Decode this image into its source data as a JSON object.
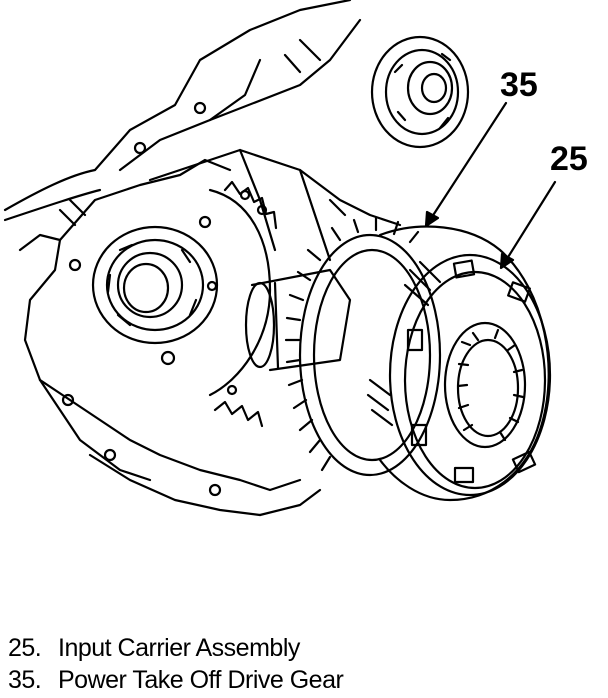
{
  "callouts": [
    {
      "number": "35",
      "label": "Power Take Off Drive Gear"
    },
    {
      "number": "25",
      "label": "Input Carrier Assembly"
    }
  ],
  "legend": [
    {
      "number": "25.",
      "label": "Input Carrier Assembly"
    },
    {
      "number": "35.",
      "label": "Power Take Off Drive Gear"
    }
  ],
  "colors": {
    "ink": "#000000",
    "paper": "#ffffff"
  }
}
